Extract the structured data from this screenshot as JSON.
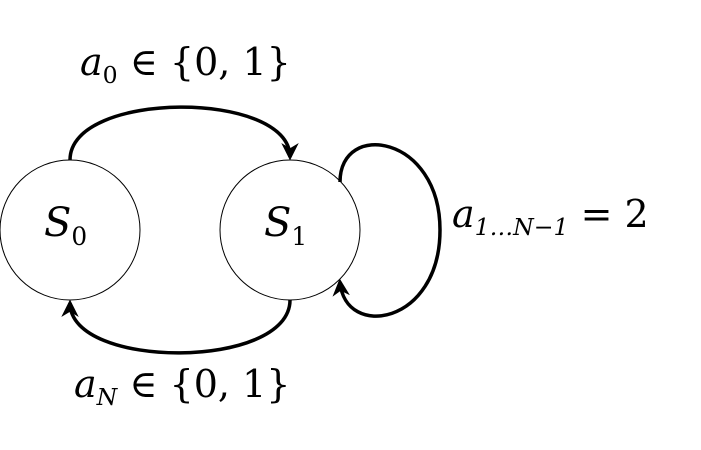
{
  "diagram": {
    "type": "state-machine",
    "states": [
      {
        "id": "S0",
        "base": "S",
        "sub": "0"
      },
      {
        "id": "S1",
        "base": "S",
        "sub": "1"
      }
    ],
    "edges": [
      {
        "from": "S0",
        "to": "S1",
        "var": "a",
        "sub": "0",
        "rel": " ∈ {0, 1}"
      },
      {
        "from": "S1",
        "to": "S1",
        "var": "a",
        "sub": "1…N−1",
        "rel": " = 2"
      },
      {
        "from": "S1",
        "to": "S0",
        "var": "a",
        "sub": "N",
        "rel": " ∈ {0, 1}"
      }
    ],
    "colors": {
      "stroke": "#000000",
      "background": "#ffffff"
    }
  }
}
